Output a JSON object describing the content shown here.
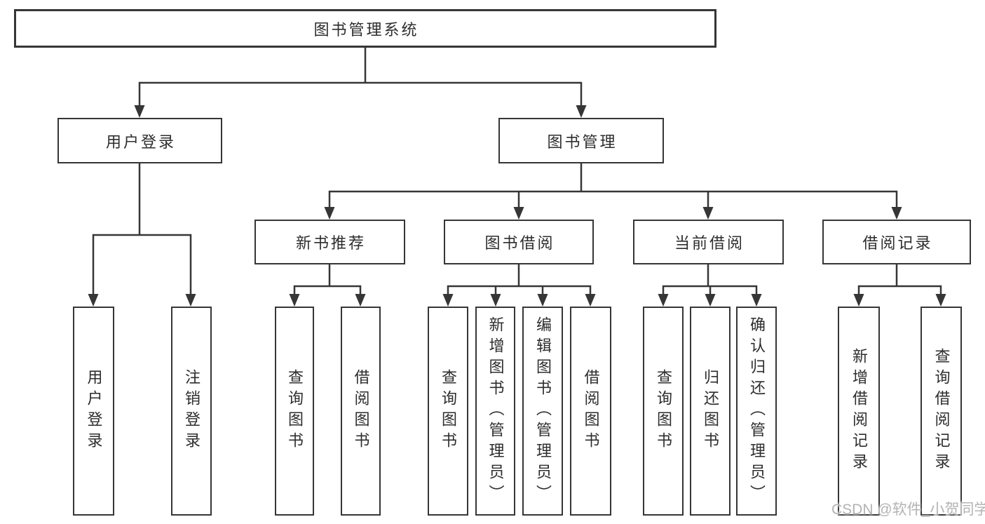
{
  "diagram": {
    "root": {
      "label": "图书管理系统",
      "children": [
        {
          "label": "用户登录",
          "children": [
            {
              "label": "用户登录"
            },
            {
              "label": "注销登录"
            }
          ]
        },
        {
          "label": "图书管理",
          "children": [
            {
              "label": "新书推荐",
              "children": [
                {
                  "label": "查询图书"
                },
                {
                  "label": "借阅图书"
                }
              ]
            },
            {
              "label": "图书借阅",
              "children": [
                {
                  "label": "查询图书"
                },
                {
                  "label": "新增图书（管理员）"
                },
                {
                  "label": "编辑图书（管理员）"
                },
                {
                  "label": "借阅图书"
                }
              ]
            },
            {
              "label": "当前借阅",
              "children": [
                {
                  "label": "查询图书"
                },
                {
                  "label": "归还图书"
                },
                {
                  "label": "确认归还（管理员）"
                }
              ]
            },
            {
              "label": "借阅记录",
              "children": [
                {
                  "label": "新增借阅记录"
                },
                {
                  "label": "查询借阅记录"
                }
              ]
            }
          ]
        }
      ]
    }
  },
  "watermark": {
    "text": "CSDN @软件_小贺同学"
  },
  "colors": {
    "line": "#363636",
    "text": "#2d2d2d",
    "watermark": "#b3b3b3",
    "background": "#ffffff"
  }
}
